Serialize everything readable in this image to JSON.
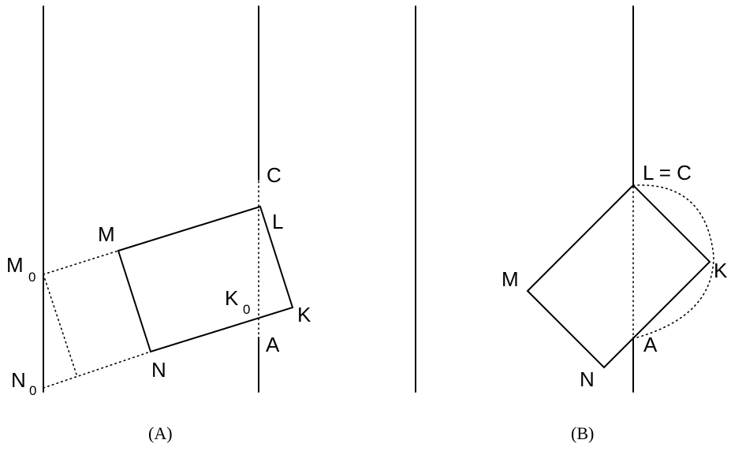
{
  "panels": [
    {
      "caption": "(A)",
      "points": {
        "M": "M",
        "L": "L",
        "K": "K",
        "N": "N",
        "C": "C",
        "A": "A",
        "M0_base": "M",
        "M0_sub": "0",
        "N0_base": "N",
        "N0_sub": "0",
        "K0_base": "K",
        "K0_sub": "0"
      }
    },
    {
      "caption": "(B)",
      "points": {
        "LC": "L = C",
        "M": "M",
        "K": "K",
        "N": "N",
        "A": "A"
      }
    }
  ]
}
